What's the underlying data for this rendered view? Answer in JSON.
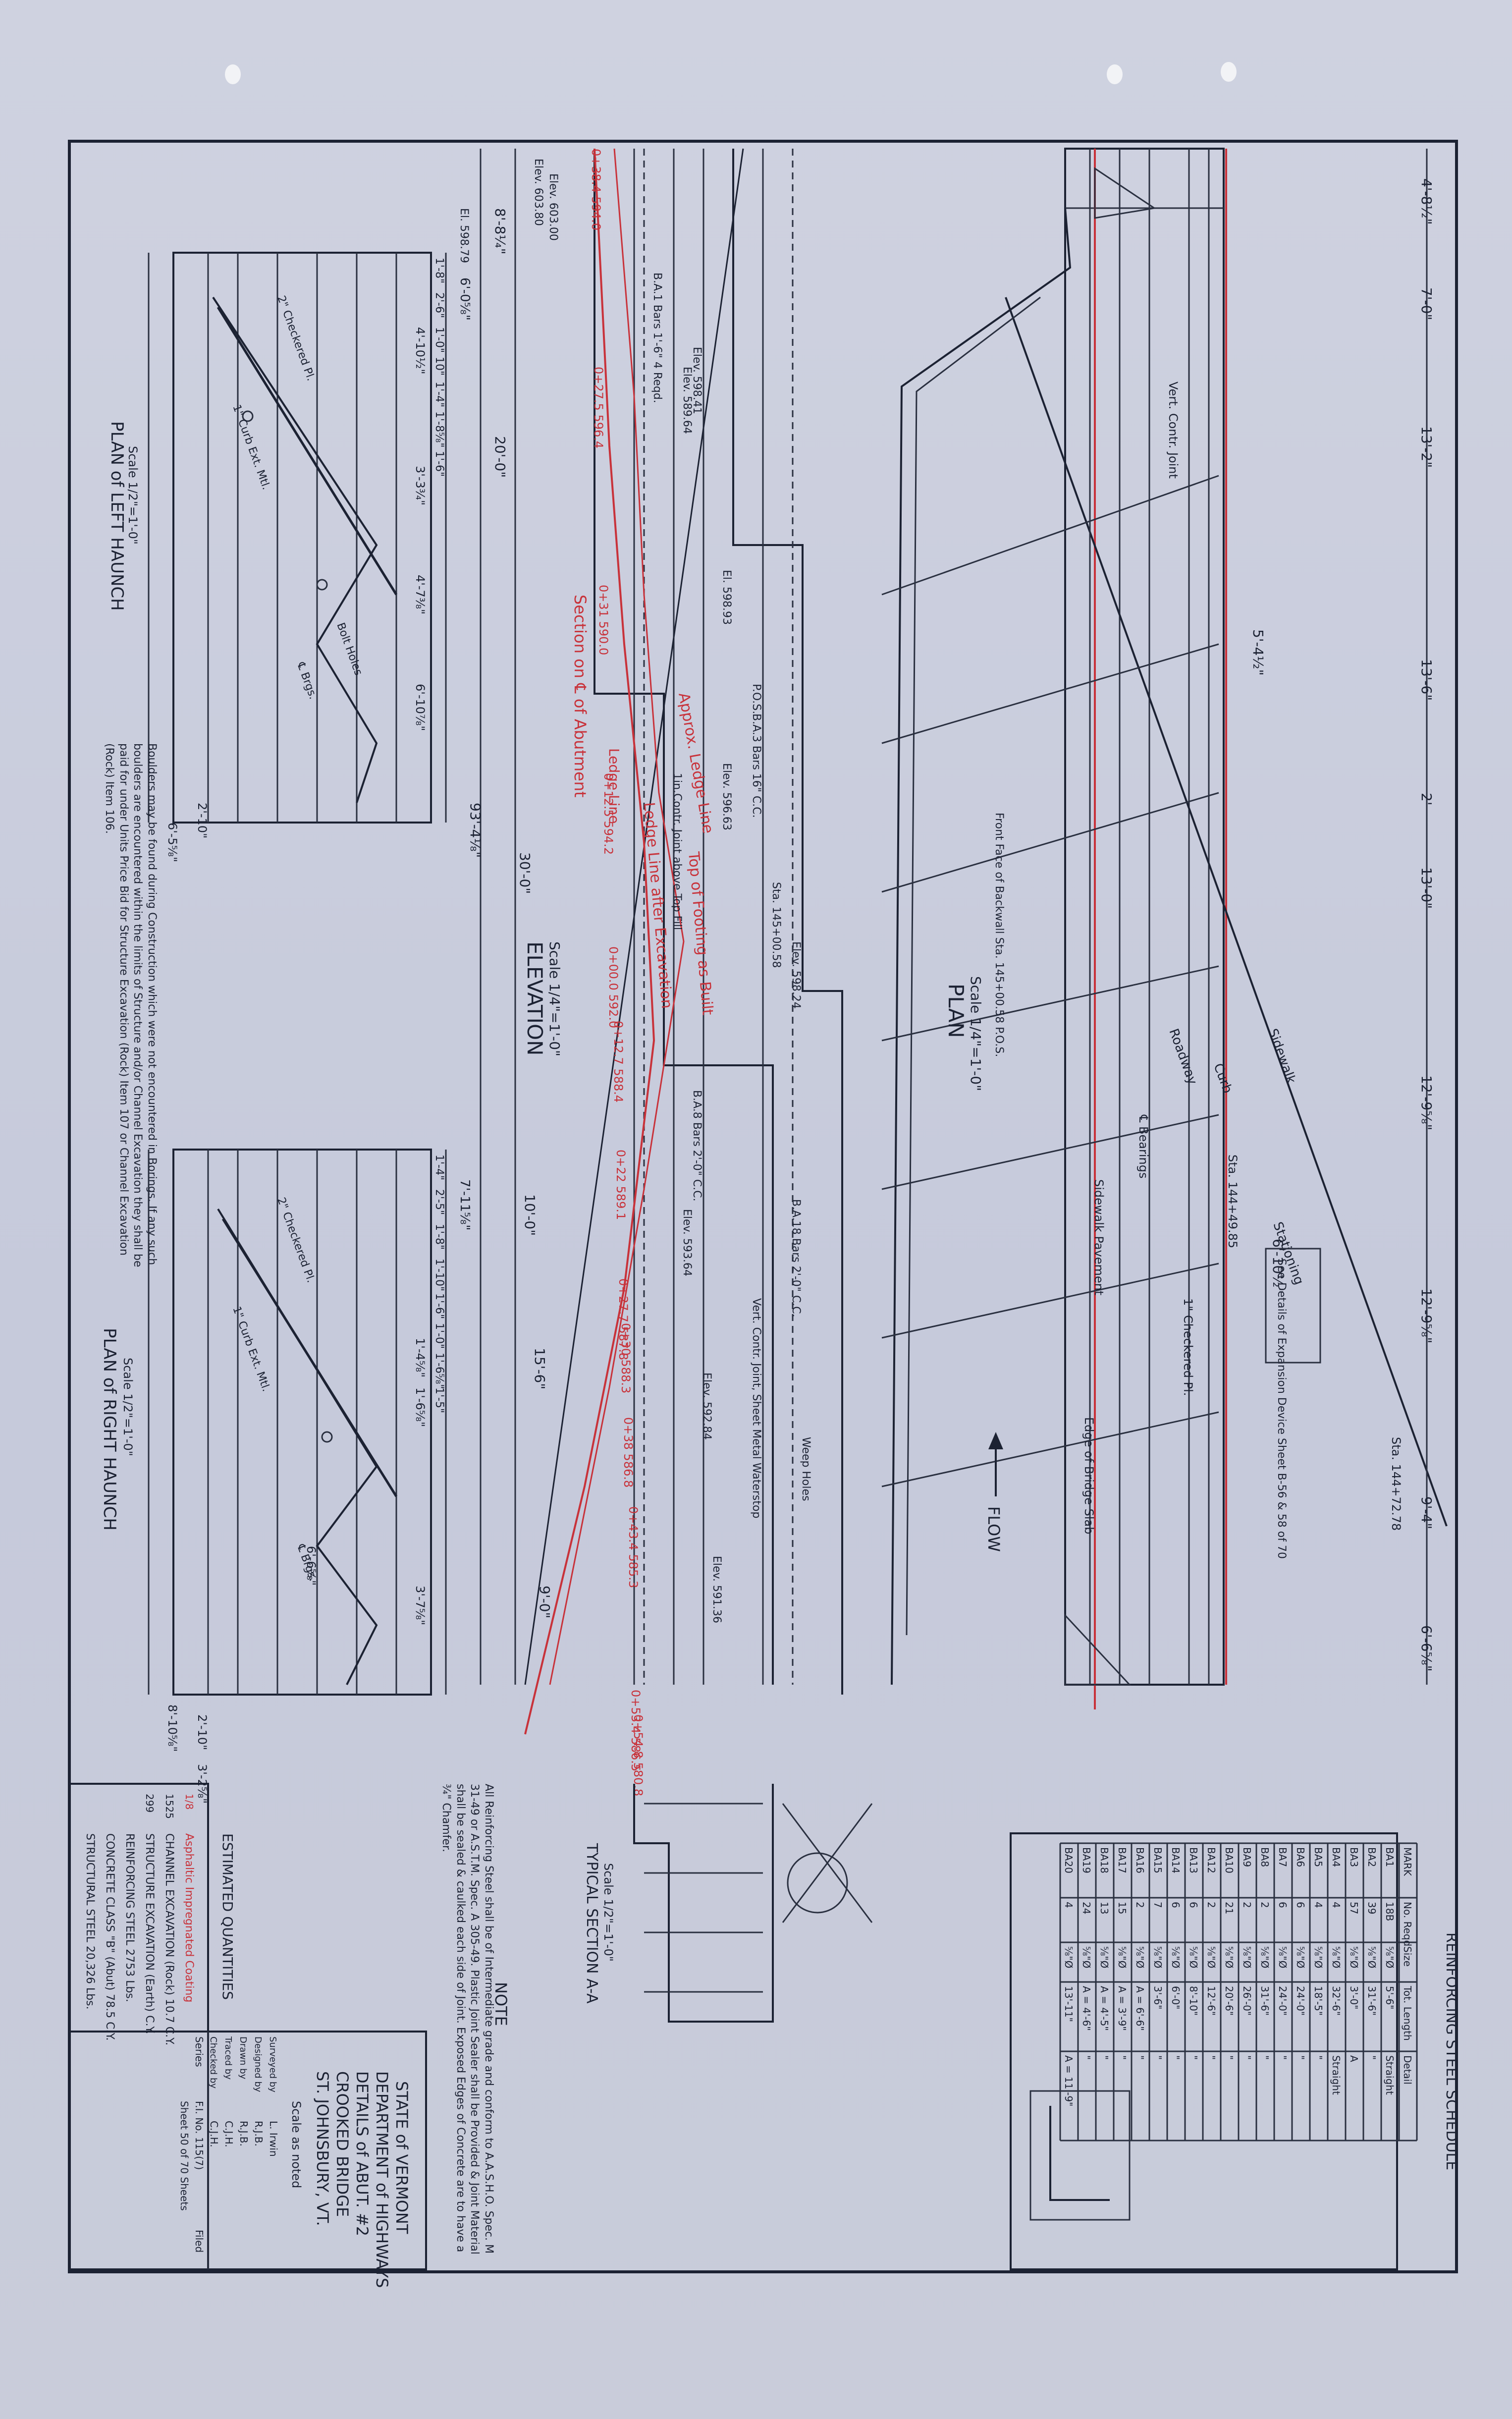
{
  "sheet": {
    "title_lines": [
      "STATE of VERMONT",
      "DEPARTMENT of HIGHWAYS",
      "DETAILS of ABUT. #2",
      "CROOKED BRIDGE",
      "ST. JOHNSBURY, VT."
    ],
    "scale_note": "Scale as noted",
    "credits": [
      {
        "role": "Surveyed by",
        "name": "L. Irwin"
      },
      {
        "role": "Designed by",
        "name": "R.J.B."
      },
      {
        "role": "Drawn by",
        "name": "R.J.B."
      },
      {
        "role": "Traced by",
        "name": "C.J.H."
      },
      {
        "role": "Checked by",
        "name": "C.J.H."
      }
    ],
    "series": "Series",
    "project": "F.I. No. 115(7)",
    "sheet_no": "Sheet 50 of 70 Sheets",
    "filed": "Filed"
  },
  "views": {
    "plan_title": "PLAN",
    "plan_scale": "Scale 1/4\"=1'-0\"",
    "elevation_title": "ELEVATION",
    "elevation_scale": "Scale 1/4\"=1'-0\"",
    "left_haunch_title": "PLAN of LEFT HAUNCH",
    "left_haunch_scale": "Scale 1/2\"=1'-0\"",
    "right_haunch_title": "PLAN of RIGHT HAUNCH",
    "right_haunch_scale": "Scale 1/2\"=1'-0\"",
    "section_title": "TYPICAL SECTION A-A",
    "section_scale": "Scale 1/2\"=1'-0\"",
    "flow_label": "FLOW"
  },
  "plan_labels": {
    "top_dims": [
      "4'-8½\"",
      "7'-0\"",
      "13'-2\"",
      "13'-6\"",
      "2'",
      "13'-0\"",
      "12'-9⅝\"",
      "12'-9⅝\"",
      "9'-4\"",
      "6'-6⅝\""
    ],
    "side_dims": [
      "5'-4½\"",
      "6'-10½\""
    ],
    "notes": [
      "Stationing",
      "Sidewalk",
      "Curb",
      "Roadway",
      "Sidewalk Pavement",
      "Edge of Bridge Slab",
      "Vert. Contr. Joint",
      "℄ Bearings",
      "1\" Checkered Pl.",
      "Sta. 144+72.78",
      "Sta. 144+49.85",
      "Front Face of Backwall Sta. 145+00.58 P.O.S.",
      "See Details of Expansion Device Sheet B-56 & 58 of 70"
    ]
  },
  "elevation_labels": {
    "elevations_red": [
      "0+38.4 594.0",
      "0+27.5 596.4",
      "0+31 590.0",
      "0+12.5 594.2",
      "0+00.0 592.0",
      "0+12.7 588.4",
      "0+22 589.1",
      "0+27.7 587.8",
      "0+30 588.3",
      "0+38 586.8",
      "0+43.4 585.3",
      "0+53.4 586.5",
      "0+54.8 580.8"
    ],
    "notes_red": [
      "Section on ℄ of Abutment",
      "Approx. Ledge Line",
      "Top of Footing as Built",
      "Ledge Line after Excavation",
      "Ledge Line"
    ],
    "dims": [
      "8'-8¼\"",
      "20'-0\"",
      "93'-4⅛\"",
      "30'-0\"",
      "10'-0\"",
      "15'-6\"",
      "9'-0\""
    ],
    "notes": [
      "B.A.1 Bars 1'-6\" 4 Reqd.",
      "Elev. 598.41",
      "El. 598.93",
      "Elev. 596.63",
      "Elev. 598.24",
      "Elev. 593.64",
      "Elev. 592.84",
      "Elev. 591.36",
      "Elev. 589.64",
      "1in.Contr. Joint above Top Fill",
      "B.A.8 Bars 2'-0\" C.C.",
      "B.A.18 Bars 2'-0\" C.C.",
      "Vert. Contr. Joint, Sheet Metal Waterstop",
      "Weep Holes",
      "B.A.3 Bars 16\" C.C.",
      "Sta. 145+00.58",
      "P.O.S."
    ]
  },
  "haunch_left": {
    "dims_top": [
      "6'-0⅝\"",
      "1'-8\"",
      "2'-6\"",
      "1'-0\"",
      "10\"",
      "1'-4\"",
      "1'-8⅝\"",
      "1'-6\""
    ],
    "dims_side": [
      "4'-10½\"",
      "3'-3¾\"",
      "4'-7⅜\"",
      "6'-10⅞\"",
      "2'-10\"",
      "6'-5⅝\""
    ],
    "notes": [
      "2\" Checkered Pl.",
      "1\" Curb Ext. Mtl.",
      "℄ Brgs.",
      "Bolt Holes",
      "Elev. 603.80",
      "El. 598.79",
      "Elev. 603.00"
    ]
  },
  "haunch_right": {
    "dims_top": [
      "7'-11⅝\"",
      "1'-4\"",
      "2'-5\"",
      "1'-8\"",
      "1'-10\"",
      "1'-6\"",
      "1'-0\"",
      "1'-6⅝\"",
      "1'-5\""
    ],
    "dims_side": [
      "1'-4⅝\"",
      "1'-6⅝\"",
      "6'-6⅝\"",
      "3'-7⅝\"",
      "8'-10⅝\"",
      "2'-10\"",
      "3'-2⅝\""
    ],
    "notes": [
      "2\" Checkered Pl.",
      "1\" Curb Ext. Mtl.",
      "℄ Brgs."
    ]
  },
  "boulder_note": "Boulders may be found during Construction which were not encountered in Borings. If any such boulders are encountered within the limits of Structure and/or Channel Excavation they shall be paid for under Units Price Bid for Structure Excavation (Rock) Item 107 or Channel Excavation (Rock) Item 106.",
  "note": {
    "heading": "NOTE",
    "text": "All Reinforcing Steel shall be of Intermediate grade and conform to A.A.S.H.O. Spec. M 31-49 or A.S.T.M. Spec. A 305-49. Plastic Joint Sealer shall be Provided & Joint Material shall be sealed & caulked each side of Joint. Exposed Edges of Concrete are to have a ¾\" Chamfer."
  },
  "quantities": {
    "heading": "ESTIMATED QUANTITIES",
    "rows": [
      {
        "qty": "",
        "text": "STRUCTURAL STEEL 20,326 Lbs."
      },
      {
        "qty": "",
        "text": "CONCRETE CLASS \"B\" (Abut) 78.5 C.Y."
      },
      {
        "qty": "",
        "text": "REINFORCING STEEL 2753 Lbs."
      },
      {
        "qty": "299",
        "text": "STRUCTURE EXCAVATION (Earth) C.Y."
      },
      {
        "qty": "1525",
        "text": "CHANNEL EXCAVATION (Rock) 10.7 C.Y."
      },
      {
        "qty": "1/8",
        "text": "Asphaltic Impregnated Coating"
      }
    ]
  },
  "rebar_schedule": {
    "heading": "REINFORCING STEEL SCHEDULE",
    "columns": [
      "MARK",
      "No. Reqd",
      "Size",
      "Tot. Length",
      "Detail"
    ],
    "rows": [
      [
        "BA1",
        "18B",
        "⅝\"Ø",
        "5'-6\"",
        "Straight"
      ],
      [
        "BA2",
        "39",
        "⅝\"Ø",
        "31'-6\"",
        "\""
      ],
      [
        "BA3",
        "57",
        "⅝\"Ø",
        "3'-0\"",
        "A"
      ],
      [
        "BA4",
        "4",
        "⅝\"Ø",
        "32'-6\"",
        "Straight"
      ],
      [
        "BA5",
        "4",
        "⅝\"Ø",
        "18'-5\"",
        "\""
      ],
      [
        "BA6",
        "6",
        "⅝\"Ø",
        "24'-0\"",
        "\""
      ],
      [
        "BA7",
        "6",
        "⅝\"Ø",
        "24'-0\"",
        "\""
      ],
      [
        "BA8",
        "2",
        "⅝\"Ø",
        "31'-6\"",
        "\""
      ],
      [
        "BA9",
        "2",
        "⅝\"Ø",
        "26'-0\"",
        "\""
      ],
      [
        "BA10",
        "21",
        "⅝\"Ø",
        "20'-6\"",
        "\""
      ],
      [
        "BA12",
        "2",
        "⅝\"Ø",
        "12'-6\"",
        "\""
      ],
      [
        "BA13",
        "6",
        "⅝\"Ø",
        "8'-10\"",
        "\""
      ],
      [
        "BA14",
        "6",
        "⅝\"Ø",
        "6'-0\"",
        "\""
      ],
      [
        "BA15",
        "7",
        "⅝\"Ø",
        "3'-6\"",
        "\""
      ],
      [
        "BA16",
        "2",
        "⅝\"Ø",
        "A = 6'-6\"",
        "\""
      ],
      [
        "BA17",
        "15",
        "⅝\"Ø",
        "A = 3'-9\"",
        "\""
      ],
      [
        "BA18",
        "13",
        "⅝\"Ø",
        "A = 4'-5\"",
        "\""
      ],
      [
        "BA19",
        "24",
        "⅝\"Ø",
        "A = 4'-6\"",
        "\""
      ],
      [
        "BA20",
        "4",
        "⅝\"Ø",
        "13'-11\"",
        "A = 11'-9\""
      ]
    ]
  },
  "colors": {
    "paper": "#c8ccdc",
    "ink": "#1c2233",
    "red_ink": "#c8323a"
  }
}
